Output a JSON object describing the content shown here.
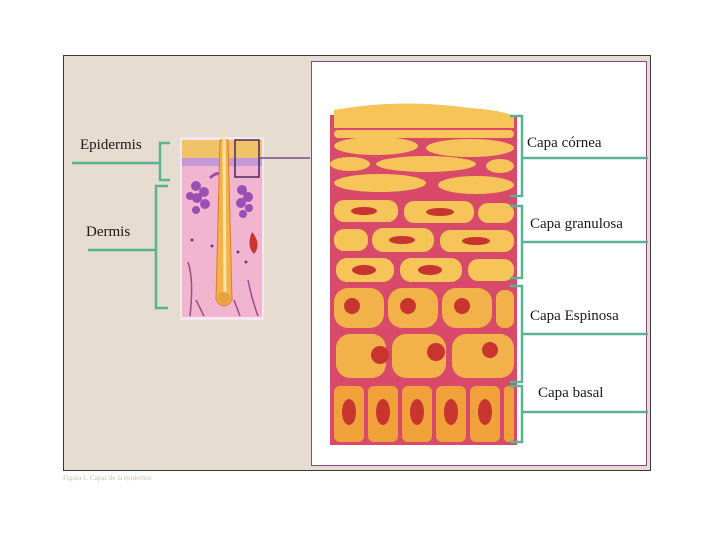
{
  "labels": {
    "epidermis": "Epidermis",
    "dermis": "Dermis",
    "capa_cornea": "Capa córnea",
    "capa_granulosa": "Capa granulosa",
    "capa_espinosa": "Capa Espinosa",
    "capa_basal": "Capa basal"
  },
  "caption": "Figura 1. Capas de la epidermis",
  "colors": {
    "bracket": "#5bb394",
    "panel_border": "#7a4d8a",
    "cell_wall": "#d94a6a",
    "cell_yellow": "#f6c458",
    "cell_orange": "#f0a13a",
    "nucleus": "#c8352e",
    "background": "#e6dccf"
  }
}
